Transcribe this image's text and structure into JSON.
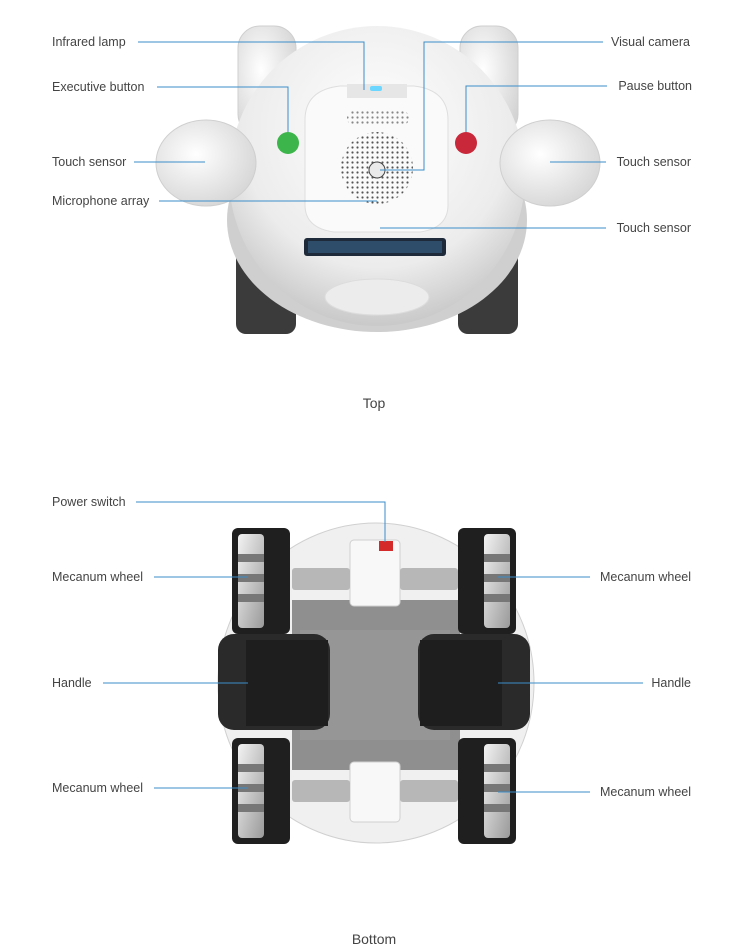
{
  "top_view": {
    "caption": "Top",
    "labels": {
      "infrared_lamp": "Infrared lamp",
      "executive_button": "Executive button",
      "touch_sensor_left": "Touch sensor",
      "microphone_array": "Microphone array",
      "visual_camera": "Visual camera",
      "pause_button": "Pause button",
      "touch_sensor_right": "Touch sensor",
      "touch_sensor_bottom": "Touch sensor"
    }
  },
  "bottom_view": {
    "caption": "Bottom",
    "labels": {
      "power_switch": "Power switch",
      "mecanum_wheel_top_left": "Mecanum wheel",
      "mecanum_wheel_top_right": "Mecanum wheel",
      "handle_left": "Handle",
      "handle_right": "Handle",
      "mecanum_wheel_bottom_left": "Mecanum wheel",
      "mecanum_wheel_bottom_right": "Mecanum wheel"
    }
  },
  "colors": {
    "callout_line": "#3a8ec8",
    "executive_button": "#3cb54a",
    "pause_button": "#c8283a",
    "power_switch": "#d42a2a"
  }
}
